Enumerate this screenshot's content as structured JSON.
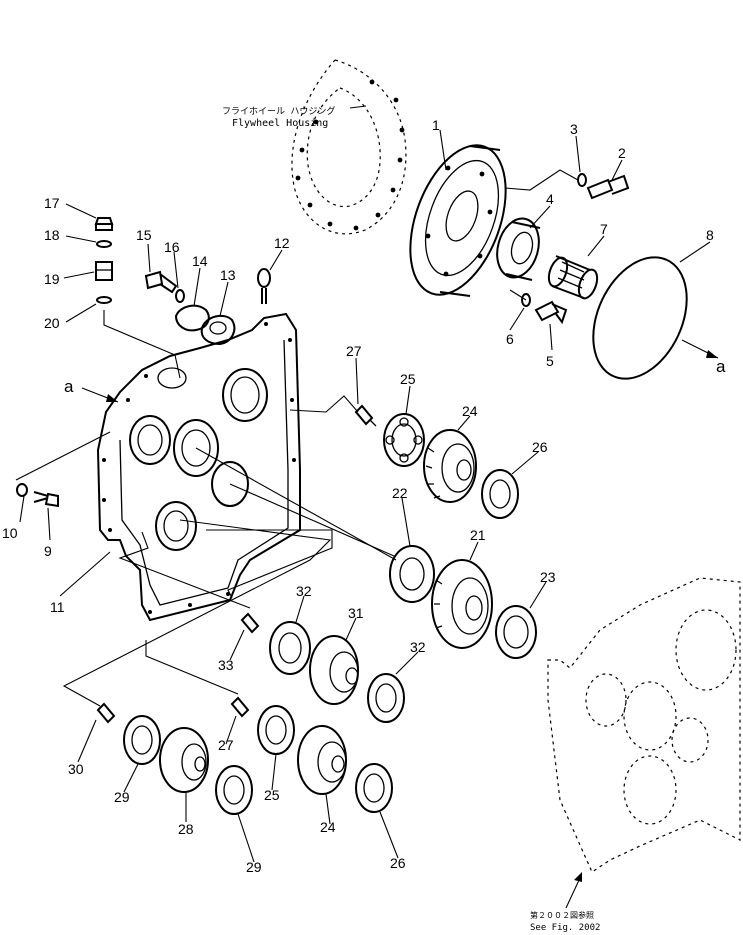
{
  "callouts": {
    "flywheel_jp": "フライホイール ハウジング",
    "flywheel_en": "Flywheel Housing",
    "see_fig_jp": "第２００２図参照",
    "see_fig_en": "See Fig. 2002",
    "letter_a": "a"
  },
  "part_numbers": [
    "1",
    "2",
    "3",
    "4",
    "5",
    "6",
    "7",
    "8",
    "9",
    "10",
    "11",
    "12",
    "13",
    "14",
    "15",
    "16",
    "17",
    "18",
    "19",
    "20",
    "21",
    "22",
    "23",
    "24",
    "24",
    "25",
    "25",
    "26",
    "26",
    "27",
    "27",
    "28",
    "29",
    "29",
    "30",
    "31",
    "32",
    "32",
    "33"
  ]
}
